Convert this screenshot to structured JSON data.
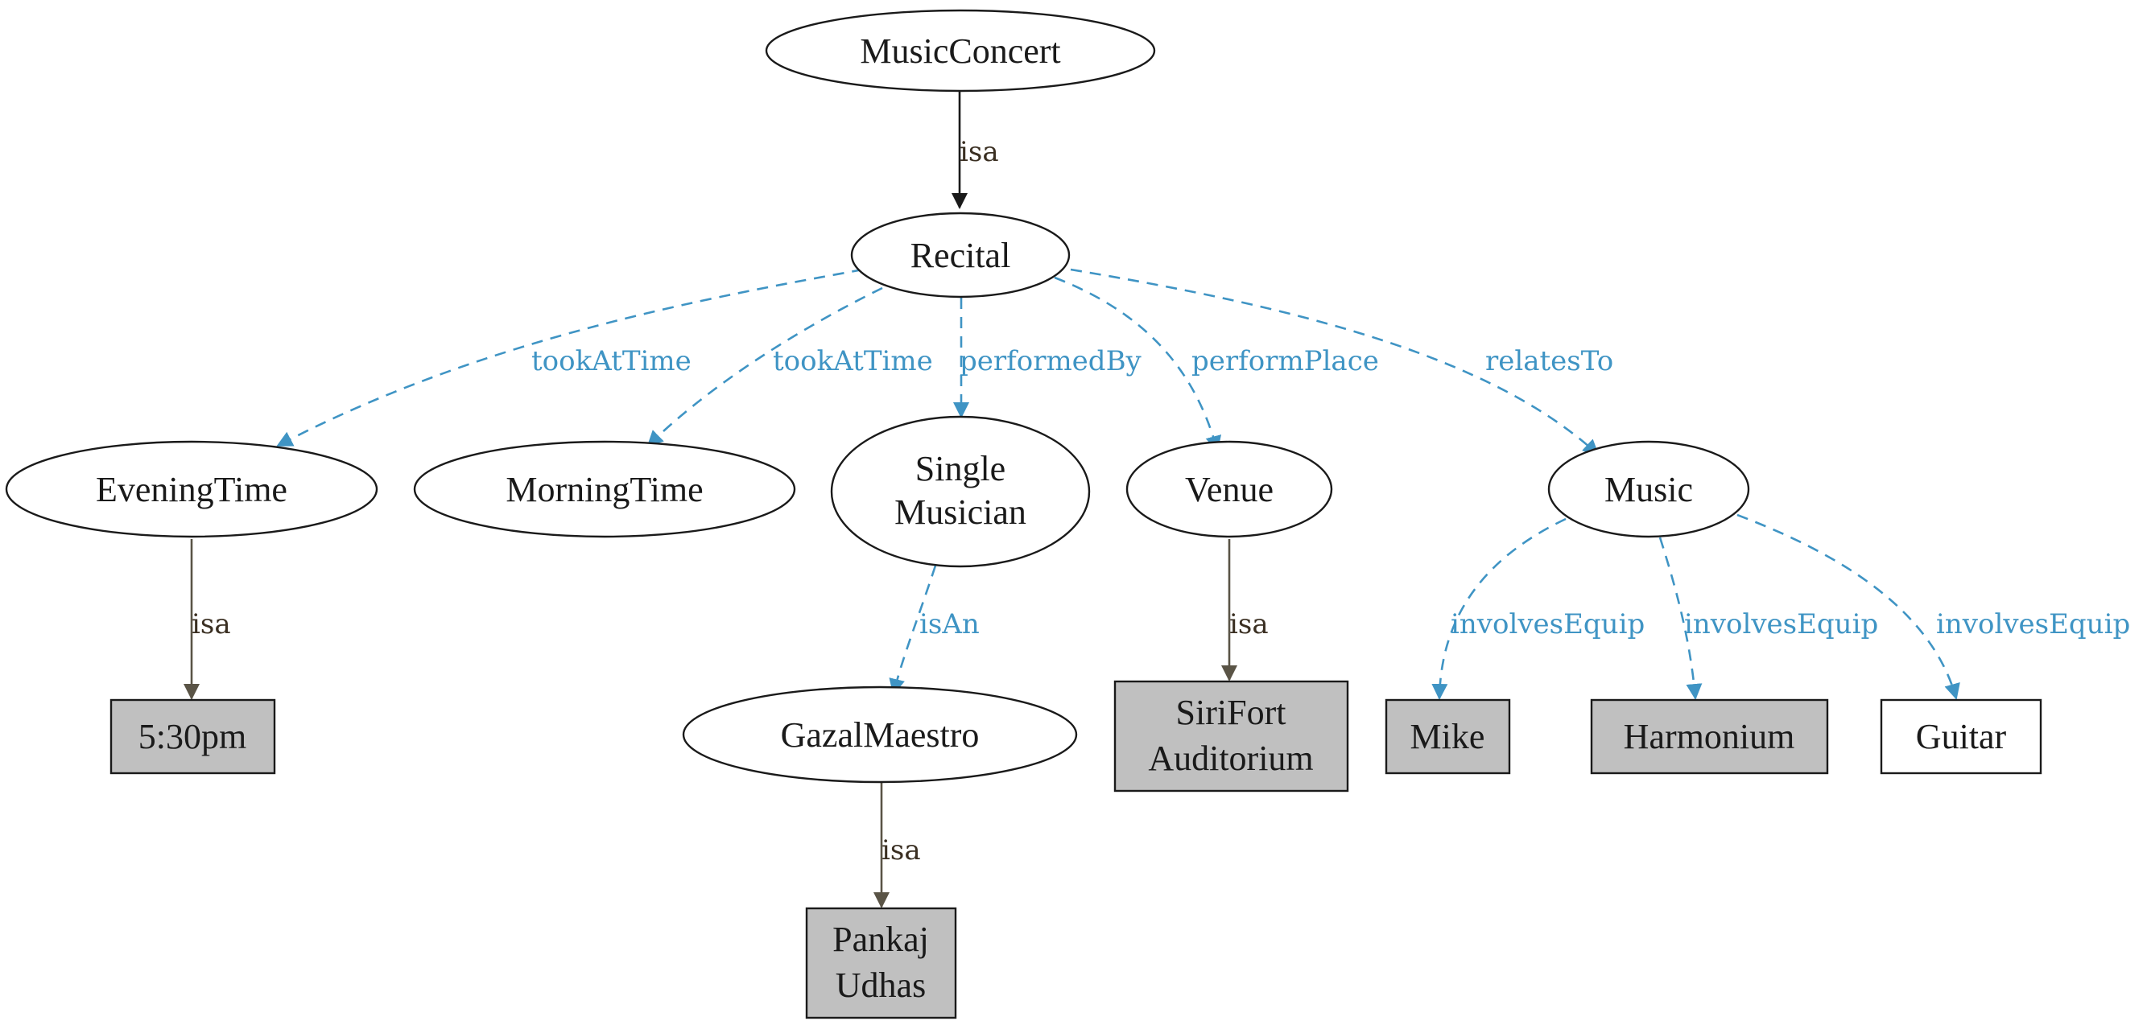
{
  "colors": {
    "dashed_edge": "#3f94c4",
    "solid_edge": "#5a5446",
    "root_edge": "#1a1a1a",
    "shaded_box": "#c0c0c0",
    "plain_box": "#ffffff"
  },
  "nodes": {
    "music_concert": "MusicConcert",
    "recital": "Recital",
    "evening_time": "EveningTime",
    "morning_time": "MorningTime",
    "single_musician": [
      "Single",
      "Musician"
    ],
    "venue": "Venue",
    "music": "Music",
    "time_530": "5:30pm",
    "gazal_maestro": "GazalMaestro",
    "sirifort": [
      "SiriFort",
      "Auditorium"
    ],
    "mike": "Mike",
    "harmonium": "Harmonium",
    "guitar": "Guitar",
    "pankaj": [
      "Pankaj",
      "Udhas"
    ]
  },
  "edges": {
    "concert_recital": "isa",
    "recital_evening": "tookAtTime",
    "recital_morning": "tookAtTime",
    "recital_single": "performedBy",
    "recital_venue": "performPlace",
    "recital_music": "relatesTo",
    "evening_530": "isa",
    "single_gazal": "isAn",
    "venue_sirifort": "isa",
    "music_mike": "involvesEquip",
    "music_harmonium": "involvesEquip",
    "music_guitar": "involvesEquip",
    "gazal_pankaj": "isa"
  }
}
